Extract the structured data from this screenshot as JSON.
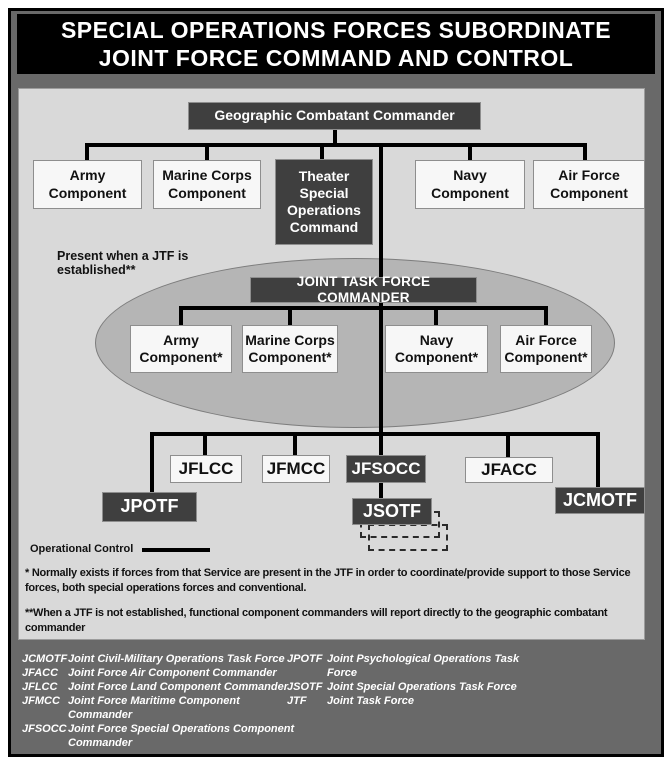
{
  "title": {
    "line1": "SPECIAL OPERATIONS FORCES SUBORDINATE",
    "line2": "JOINT FORCE COMMAND AND CONTROL"
  },
  "chart": {
    "gcc_label": "Geographic Combatant Commander",
    "tier2": {
      "army": "Army Component",
      "marine": "Marine Corps Component",
      "tsoc": "Theater Special Operations Command",
      "navy": "Navy Component",
      "air": "Air Force Component"
    },
    "jtf_note": {
      "line1": "Present when a JTF is",
      "line2": "established**"
    },
    "jtf_commander_label": "JOINT TASK FORCE COMMANDER",
    "jtf_components": {
      "army": "Army Component*",
      "marine": "Marine Corps Component*",
      "navy": "Navy Component*",
      "air": "Air Force Component*"
    },
    "functional": {
      "jflcc": "JFLCC",
      "jfmcc": "JFMCC",
      "jfsocc": "JFSOCC",
      "jfacc": "JFACC",
      "jpotf": "JPOTF",
      "jsotf": "JSOTF",
      "jcmotf": "JCMOTF"
    }
  },
  "legend": {
    "operational_control": "Operational Control"
  },
  "footnotes": {
    "note1": "* Normally exists if forces from that Service are present in the JTF in order to coordinate/provide support to those Service forces, both special operations forces and conventional.",
    "note2": "**When a JTF is not established, functional component commanders will report directly to the geographic combatant commander"
  },
  "glossary": {
    "left": [
      {
        "term": "JCMOTF",
        "lines": [
          "Joint Civil-Military Operations Task Force"
        ]
      },
      {
        "term": "JFACC",
        "lines": [
          "Joint Force Air Component Commander"
        ]
      },
      {
        "term": "JFLCC",
        "lines": [
          "Joint Force Land Component Commander"
        ]
      },
      {
        "term": "JFMCC",
        "lines": [
          "Joint Force Maritime Component",
          "Commander"
        ]
      },
      {
        "term": "JFSOCC",
        "lines": [
          "Joint Force Special Operations Component",
          "Commander"
        ]
      }
    ],
    "right": [
      {
        "term": "JPOTF",
        "lines": [
          "Joint Psychological Operations Task",
          "Force"
        ]
      },
      {
        "term": "JSOTF",
        "lines": [
          "Joint Special Operations Task Force"
        ]
      },
      {
        "term": "JTF",
        "lines": [
          "Joint Task Force"
        ]
      }
    ]
  },
  "colors": {
    "outer_background": "#696969",
    "panel_background": "#d9d9d9",
    "ellipse_background": "#b5b5b5",
    "dark_box": "#3f3f3f",
    "light_box": "#f7f7f7",
    "title_background": "#000000",
    "connector": "#000000",
    "text_dark": "#111111",
    "text_light": "#ffffff"
  }
}
